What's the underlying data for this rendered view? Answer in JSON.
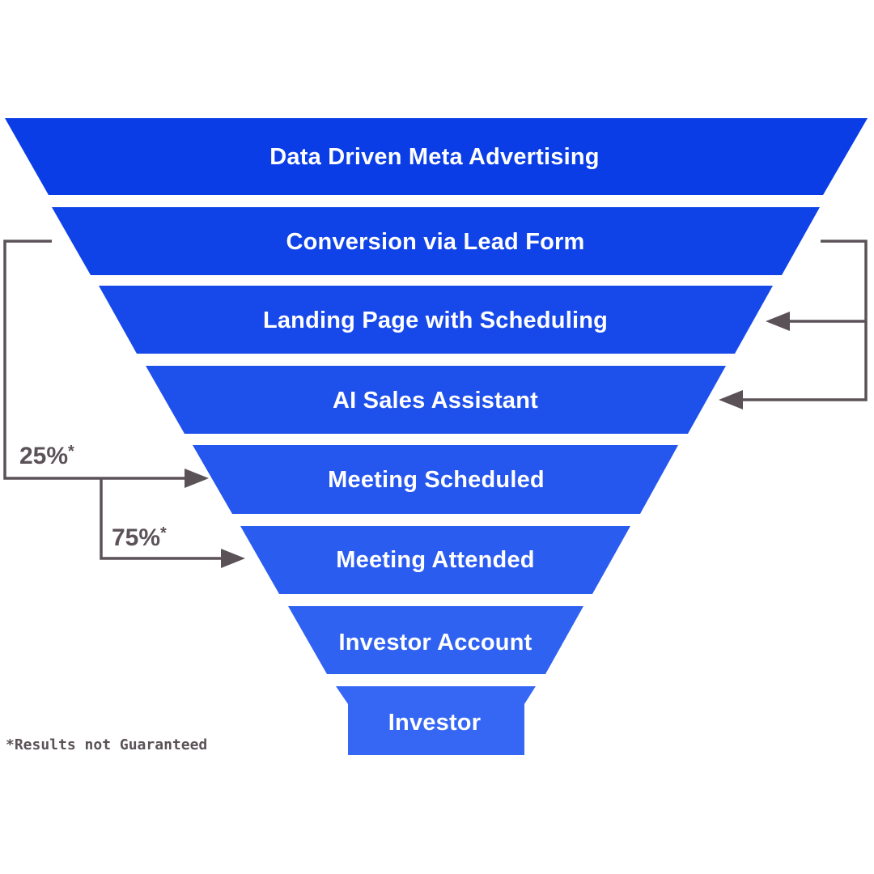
{
  "funnel": {
    "stages": [
      {
        "label": "Data Driven Meta Advertising",
        "color": "#0a3de6"
      },
      {
        "label": "Conversion via Lead Form",
        "color": "#0f43e8"
      },
      {
        "label": "Landing Page with Scheduling",
        "color": "#1749ea"
      },
      {
        "label": "AI Sales Assistant",
        "color": "#1e50ec"
      },
      {
        "label": "Meeting Scheduled",
        "color": "#2556ee"
      },
      {
        "label": "Meeting Attended",
        "color": "#2b5cf0"
      },
      {
        "label": "Investor Account",
        "color": "#3062f2"
      },
      {
        "label": "Investor",
        "color": "#3567f4"
      }
    ]
  },
  "rates": {
    "scheduled": {
      "value": "25%",
      "mark": "*"
    },
    "attended": {
      "value": "75%",
      "mark": "*"
    }
  },
  "footnote": "*Results not Guaranteed",
  "colors": {
    "connector": "#5b5258",
    "label_text": "#ffffff"
  }
}
